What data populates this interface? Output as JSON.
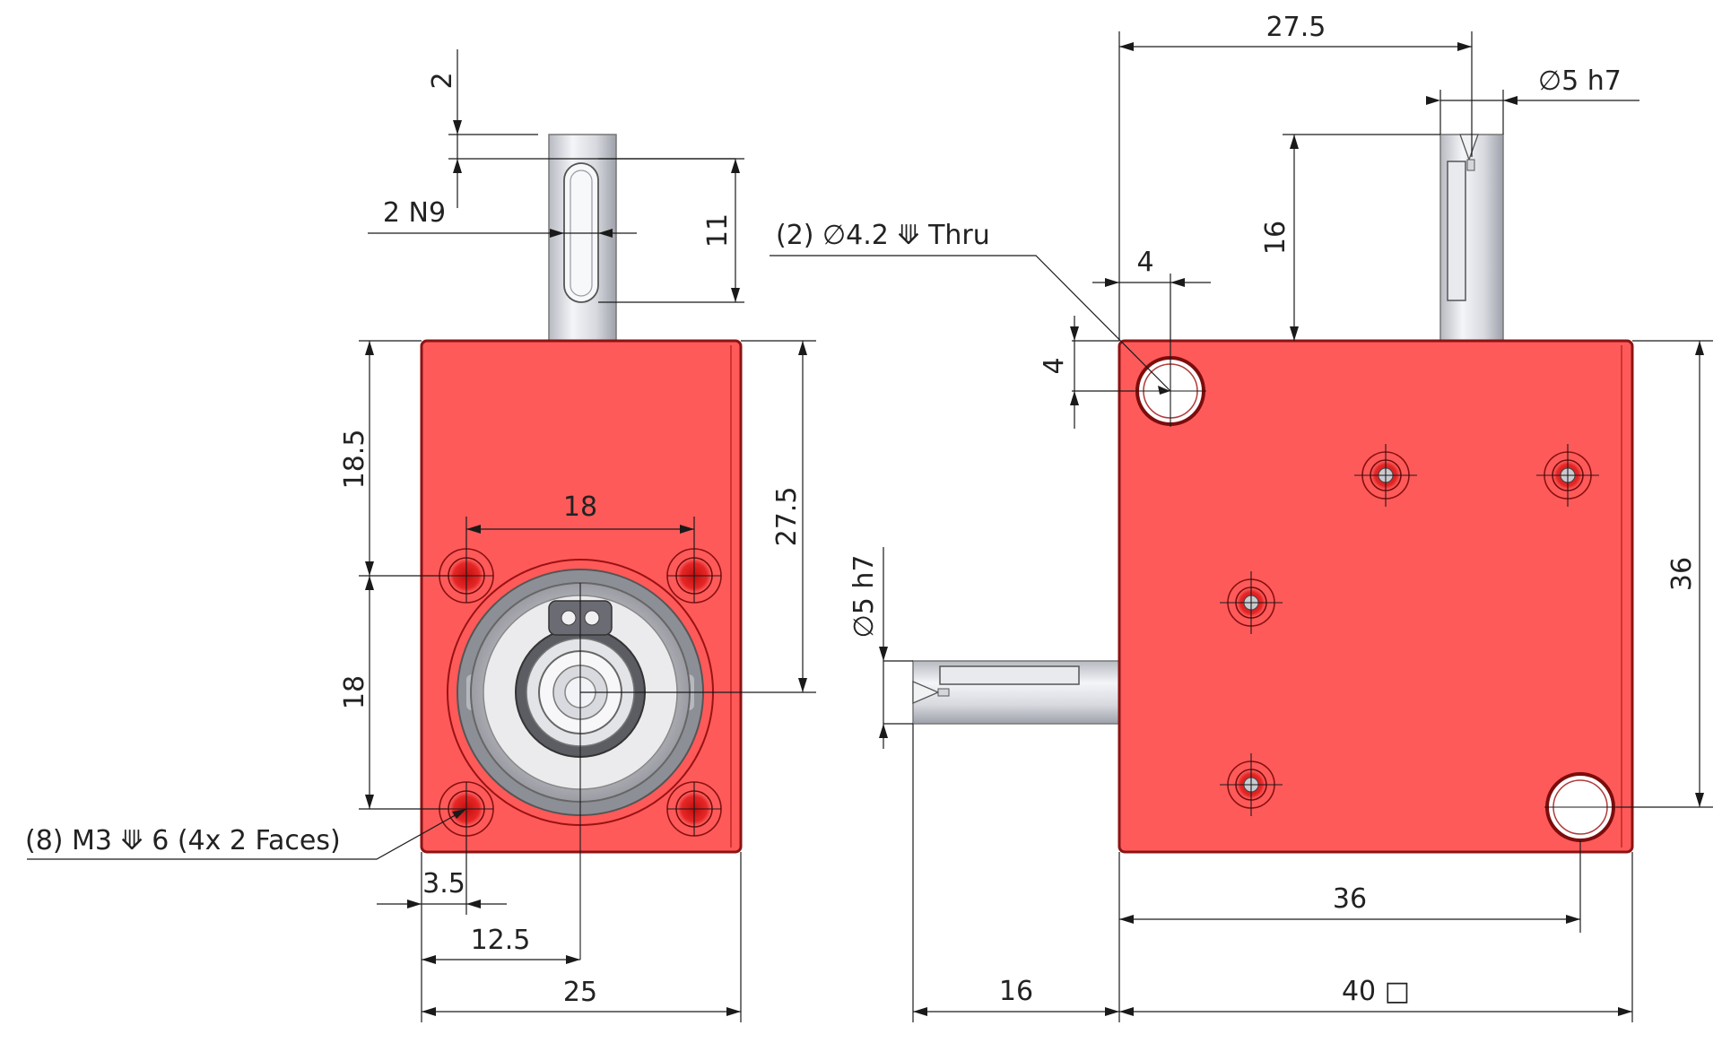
{
  "colors": {
    "body": "#fe5a5a",
    "body_edge": "#a81818",
    "shaft": "#dcdde2",
    "hole_red": "#d81c1c"
  },
  "left_view": {
    "shaft_top_offset": "2",
    "key_width": "2 N9",
    "key_length": "11",
    "upper_height": "18.5",
    "lower_height": "18",
    "shaft_axis_height": "27.5",
    "hole_spacing": "18",
    "edge_offset": "3.5",
    "center_offset": "12.5",
    "width": "25",
    "tapped_holes_note": "(8) M3 ⟱ 6 (4x 2 Faces)"
  },
  "right_view": {
    "top_shaft_distance": "27.5",
    "shaft_diameter_top": "∅5 h7",
    "shaft_length_top": "16",
    "through_holes_note": "(2) ∅4.2 ⟱ Thru",
    "hole_offset_x": "4",
    "hole_offset_y": "4",
    "hole_spacing_vertical": "36",
    "hole_spacing_horizontal": "36",
    "shaft_diameter_side": "∅5 h7",
    "shaft_length_side": "16",
    "body_size": "40 □"
  }
}
